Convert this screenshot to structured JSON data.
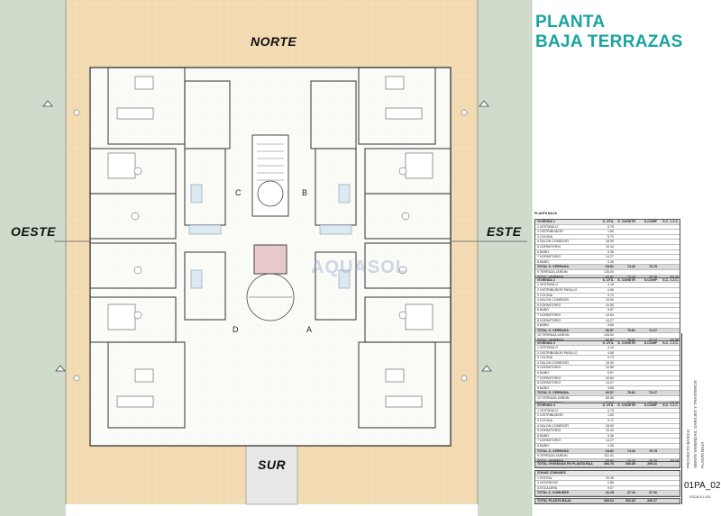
{
  "title": {
    "line1": "PLANTA",
    "line2": "BAJA TERRAZAS"
  },
  "compass": {
    "north": "NORTE",
    "south": "SUR",
    "east": "ESTE",
    "west": "OESTE"
  },
  "stair_letters": [
    "C",
    "B",
    "D",
    "A"
  ],
  "watermark": "AQUASOL",
  "sheet_code": "01PA_02",
  "scale_note": "ESCALA 1:100",
  "side_labels": [
    "PROYECTO BASICO",
    "VIENTE VIVIENDAS, GARAJES Y TRASTEROS",
    "PLANTA BAJA"
  ],
  "table": {
    "caption": "PLANTA BAJA",
    "columns": [
      "",
      "S. UTIL",
      "S. CONSTR",
      "S.COMP",
      "S.C. 1 Z.C."
    ],
    "blocks": [
      {
        "name": "VIVIENDA 1",
        "rows": [
          [
            "1 VESTIBULO",
            "4.75",
            "",
            "",
            ""
          ],
          [
            "2 DISTRIBUIDOR",
            "1.60",
            "",
            "",
            ""
          ],
          [
            "3 COCINA",
            "9.72",
            "",
            "",
            ""
          ],
          [
            "4 SALON COMEDOR",
            "18.90",
            "",
            "",
            ""
          ],
          [
            "5 DORMITORIO",
            "10.44",
            "",
            "",
            ""
          ],
          [
            "6 BAÑO",
            "5.36",
            "",
            "",
            ""
          ],
          [
            "7 DORMITORIO",
            "14.27",
            "",
            "",
            ""
          ],
          [
            "8 BAÑO",
            "4.35",
            "",
            "",
            ""
          ],
          [
            "TOTAL S. CERRADA",
            "64.81",
            "74.42",
            "76.78",
            ""
          ],
          [
            "9 TERRAZA JARDIN",
            "135.00",
            "",
            "",
            ""
          ],
          [
            "TOTAL VIVIENDA",
            "64.81",
            "74.42",
            "78.78",
            "82.10"
          ]
        ]
      },
      {
        "name": "VIVIENDA 2",
        "rows": [
          [
            "1 VESTIBULO",
            "4.15",
            "",
            "",
            ""
          ],
          [
            "2 DISTRIBUIDOR PASILLO",
            "4.58",
            "",
            "",
            ""
          ],
          [
            "3 COCINA",
            "9.73",
            "",
            "",
            ""
          ],
          [
            "4 SALON COMEDOR",
            "19.90",
            "",
            "",
            ""
          ],
          [
            "5 DORMITORIO",
            "10.85",
            "",
            "",
            ""
          ],
          [
            "6 BAÑO",
            "5.97",
            "",
            "",
            ""
          ],
          [
            "7 DORMITORIO",
            "10.84",
            "",
            "",
            ""
          ],
          [
            "8 DORMITORIO",
            "14.27",
            "",
            "",
            ""
          ],
          [
            "9 BAÑO",
            "3.66",
            "",
            "",
            ""
          ],
          [
            "TOTAL S. CERRADA",
            "66.57",
            "79.81",
            "73.27",
            ""
          ],
          [
            "10 TERRAZA JARDIN",
            "128.54",
            "",
            "",
            ""
          ],
          [
            "TOTAL VIVIENDA",
            "66.57",
            "79.81",
            "73.27",
            "87.85"
          ]
        ]
      },
      {
        "name": "VIVIENDA 3",
        "rows": [
          [
            "1 VESTIBULO",
            "4.15",
            "",
            "",
            ""
          ],
          [
            "2 DISTRIBUIDOR PASILLO",
            "4.58",
            "",
            "",
            ""
          ],
          [
            "3 COCINA",
            "9.73",
            "",
            "",
            ""
          ],
          [
            "4 SALON COMEDOR",
            "19.90",
            "",
            "",
            ""
          ],
          [
            "5 DORMITORIO",
            "10.85",
            "",
            "",
            ""
          ],
          [
            "6 BAÑO",
            "5.97",
            "",
            "",
            ""
          ],
          [
            "7 DORMITORIO",
            "10.84",
            "",
            "",
            ""
          ],
          [
            "8 DORMITORIO",
            "14.27",
            "",
            "",
            ""
          ],
          [
            "9 BAÑO",
            "3.66",
            "",
            "",
            ""
          ],
          [
            "TOTAL S. CERRADA",
            "66.57",
            "79.81",
            "73.27",
            ""
          ],
          [
            "10 TERRAZA JARDIN",
            "85.58",
            "",
            "",
            ""
          ],
          [
            "TOTAL VIVIENDA",
            "66.57",
            "79.81",
            "73.27",
            "87.85"
          ]
        ]
      },
      {
        "name": "VIVIENDA 4",
        "rows": [
          [
            "1 VESTIBULO",
            "4.75",
            "",
            "",
            ""
          ],
          [
            "2 DISTRIBUIDOR",
            "1.60",
            "",
            "",
            ""
          ],
          [
            "3 COCINA",
            "9.72",
            "",
            "",
            ""
          ],
          [
            "4 SALON COMEDOR",
            "18.90",
            "",
            "",
            ""
          ],
          [
            "5 DORMITORIO",
            "10.44",
            "",
            "",
            ""
          ],
          [
            "6 BAÑO",
            "5.36",
            "",
            "",
            ""
          ],
          [
            "7 DORMITORIO",
            "14.27",
            "",
            "",
            ""
          ],
          [
            "8 BAÑO",
            "4.35",
            "",
            "",
            ""
          ],
          [
            "TOTAL S. CERRADA",
            "64.81",
            "74.42",
            "76.78",
            ""
          ],
          [
            "9 TERRAZA JARDIN",
            "131.41",
            "",
            "",
            ""
          ],
          [
            "TOTAL VIVIENDA",
            "64.81",
            "74.42",
            "78.78",
            "82.10"
          ]
        ]
      }
    ],
    "total_viviendas": [
      "TOTAL VIVIENDAS EN PLANTA BAJA",
      "266.76",
      "306.85",
      "299.11",
      ""
    ],
    "comunes": {
      "name": "ZONAS COMUNES",
      "rows": [
        [
          "1 PORTAL",
          "29.35",
          "",
          "",
          ""
        ],
        [
          "2 ASCENSOR",
          "2.86",
          "",
          "",
          ""
        ],
        [
          "3 ESCALERA",
          "9.07",
          "",
          "",
          ""
        ],
        [
          "TOTAL Z. COMUNES",
          "41.28",
          "47.16",
          "47.16",
          ""
        ]
      ]
    },
    "total_planta": [
      "TOTAL PLANTA BAJA",
      "308.04",
      "353.83",
      "346.27",
      ""
    ]
  },
  "colors": {
    "terrace": "#f3dcb4",
    "grass": "#cfdccc",
    "title": "#1aa3a0",
    "wall": "#444444"
  }
}
